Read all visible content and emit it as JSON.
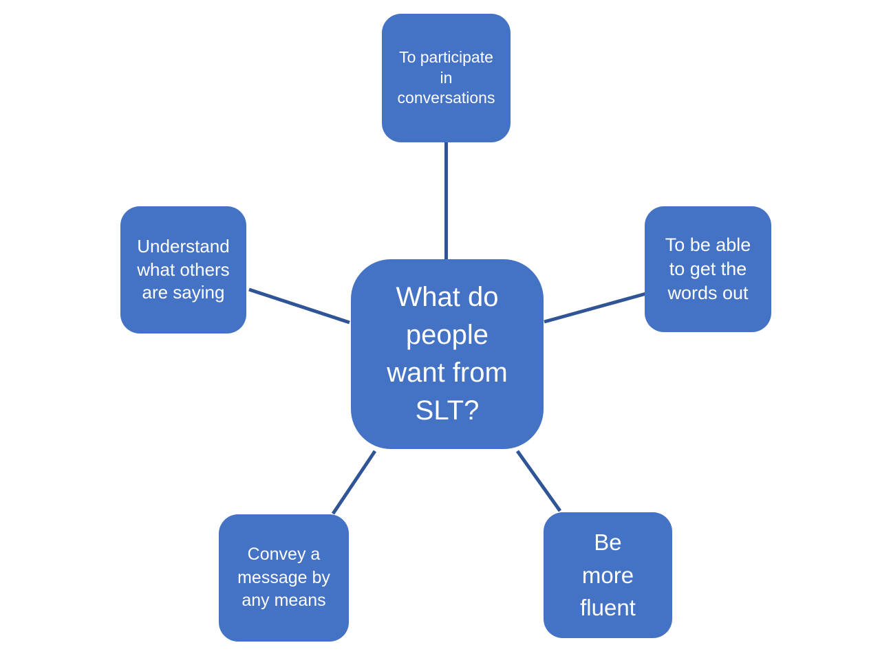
{
  "diagram": {
    "title": "What do people want from SLT mind map",
    "colors": {
      "node_fill": "#4472C4",
      "connector": "#2F5597",
      "text": "#ffffff",
      "background": "#ffffff"
    },
    "nodes": {
      "center": {
        "label": "What do\npeople\nwant from\nSLT?"
      },
      "top": {
        "label": "To participate\nin\nconversations"
      },
      "left": {
        "label": "Understand\nwhat others\nare saying"
      },
      "right": {
        "label": "To be able\nto get the\nwords out"
      },
      "bottom_left": {
        "label": "Convey a\nmessage by\nany means"
      },
      "bottom_right": {
        "label": "Be\nmore\nfluent"
      }
    }
  }
}
